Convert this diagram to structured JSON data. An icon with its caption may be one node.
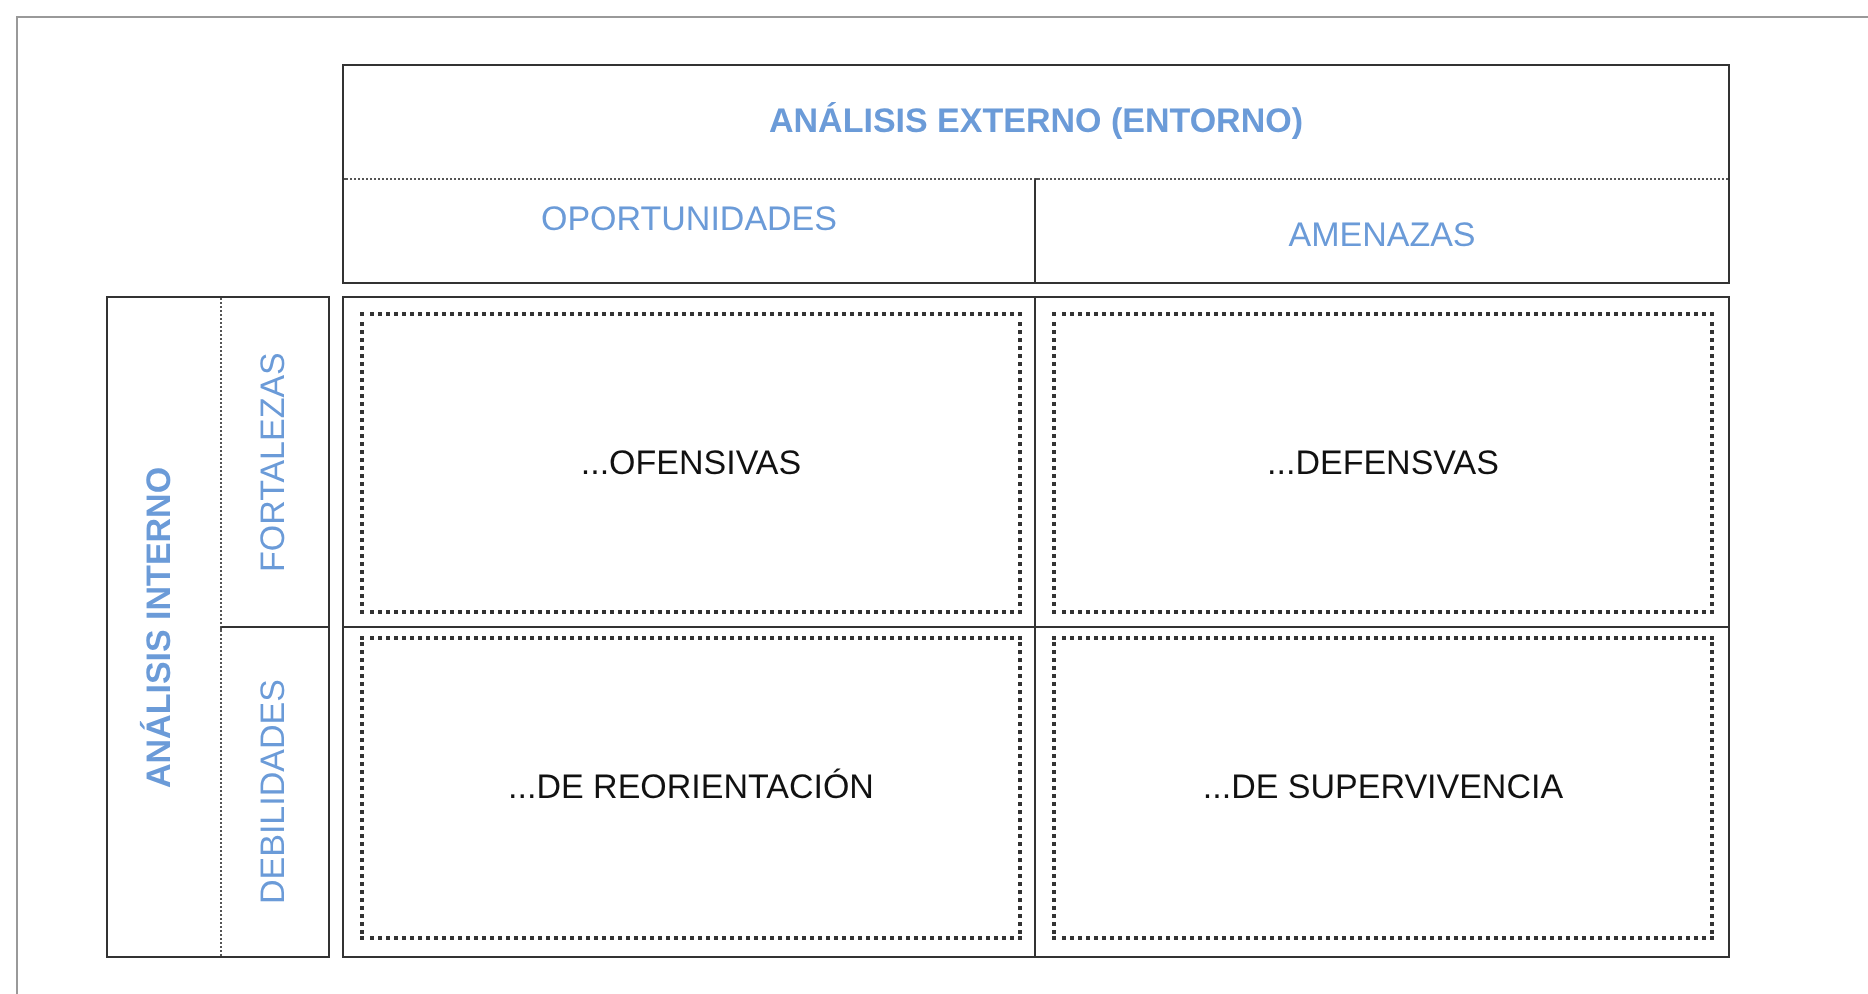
{
  "diagram": {
    "nodes": [
      {
        "text": [
          "ANÁLISIS EXTERNO (ENTORNO)"
        ]
      },
      {
        "text": [
          "OPORTUNIDADES"
        ],
        "in": 0
      },
      {
        "text": [
          "AMENAZAS"
        ],
        "in": 0
      },
      {
        "text": [
          "ANÁLISIS INTERNO"
        ]
      },
      {
        "text": [
          "FORTALEZAS"
        ],
        "in": 3
      },
      {
        "text": [
          "DEBILIDADES"
        ],
        "in": 3
      },
      {
        "text": [
          "...OFENSIVAS"
        ]
      },
      {
        "text": [
          "...DEFENSVAS"
        ]
      },
      {
        "text": [
          "...DE REORIENTACIÓN"
        ]
      },
      {
        "text": [
          "...DE SUPERVIVENCIA"
        ]
      }
    ]
  }
}
